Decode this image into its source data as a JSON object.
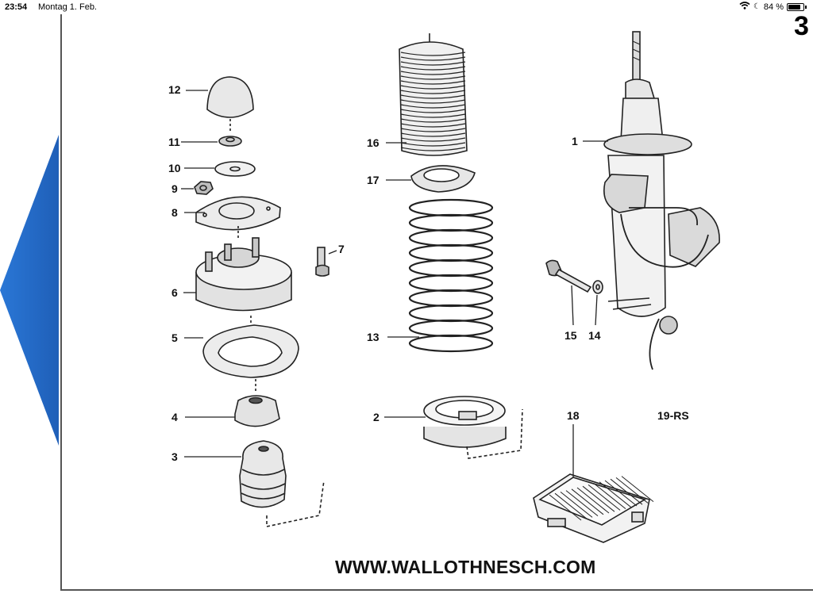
{
  "status_bar": {
    "time": "23:54",
    "date": "Montag 1. Feb.",
    "battery_percent": "84 %",
    "battery_level": 0.84
  },
  "page": {
    "page_number": "3",
    "watermark": "WWW.WALLOTHNESCH.COM"
  },
  "callouts": {
    "c1": "1",
    "c2": "2",
    "c3": "3",
    "c4": "4",
    "c5": "5",
    "c6": "6",
    "c7": "7",
    "c8": "8",
    "c9": "9",
    "c10": "10",
    "c11": "11",
    "c12": "12",
    "c13": "13",
    "c14": "14",
    "c15": "15",
    "c16": "16",
    "c17": "17",
    "c18": "18",
    "c19": "19-RS"
  },
  "colors": {
    "nav_arrow": "#1f5fb8",
    "frame": "#555555"
  }
}
